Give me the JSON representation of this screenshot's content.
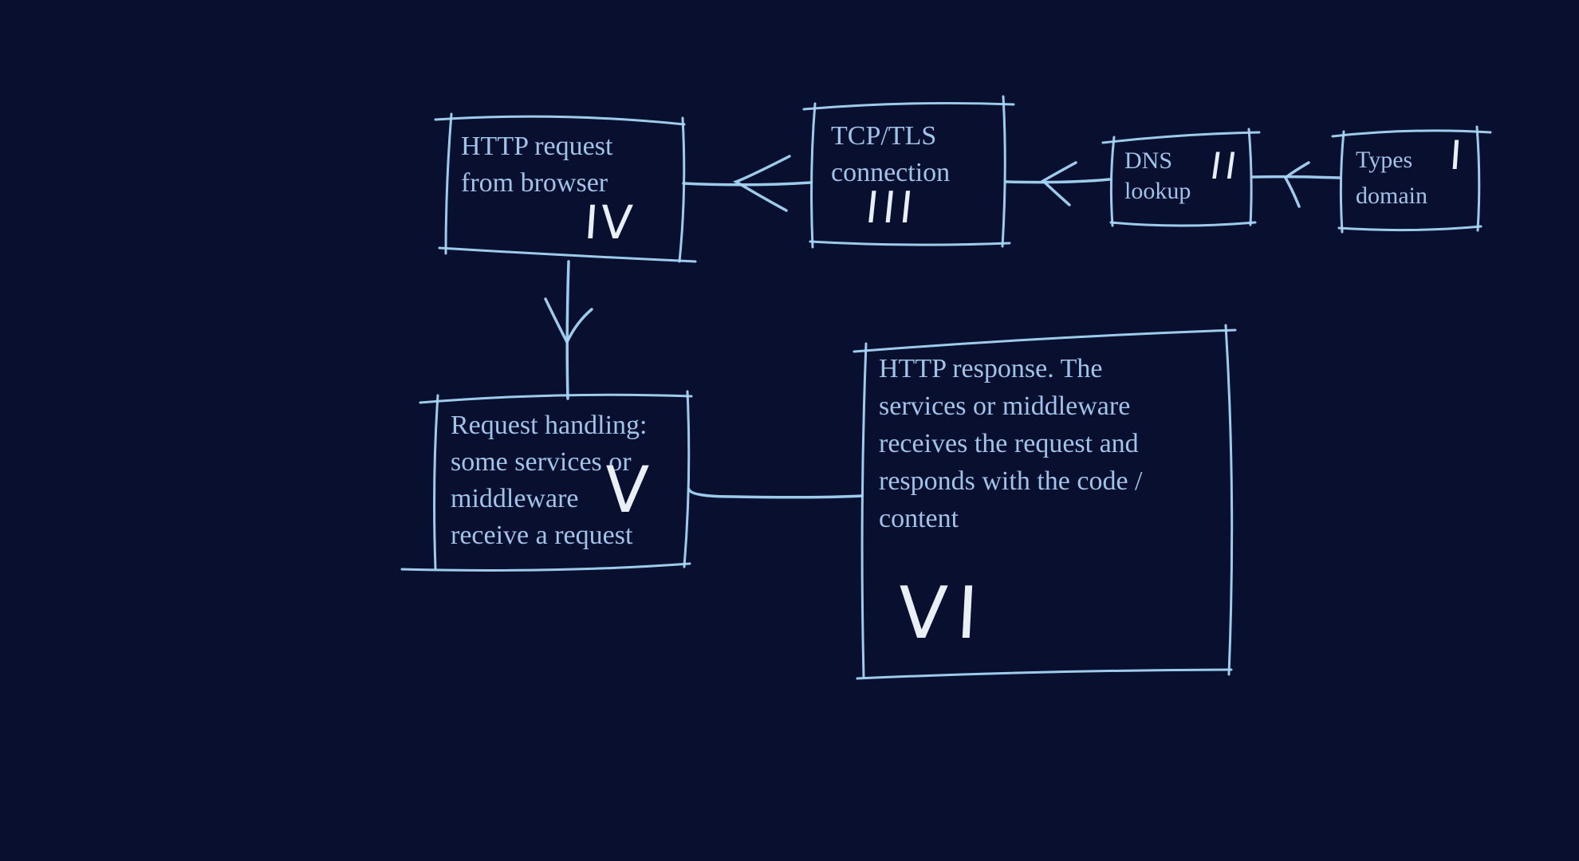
{
  "colors": {
    "background": "#090f2e",
    "stroke": "#a5d6f7",
    "text": "#9fc3e9",
    "marker": "#eaeff6"
  },
  "nodes": {
    "types_domain": {
      "lines": [
        "Types",
        "domain"
      ],
      "step": "I"
    },
    "dns_lookup": {
      "lines": [
        "DNS",
        "lookup"
      ],
      "step": "II"
    },
    "tcp_tls": {
      "lines": [
        "TCP/TLS",
        "connection"
      ],
      "step": "III"
    },
    "http_request": {
      "lines": [
        "HTTP request",
        "from browser"
      ],
      "step": "IV"
    },
    "request_handling": {
      "lines": [
        "Request handling:",
        "some services or",
        "middleware",
        "receive a request"
      ],
      "step": "V"
    },
    "http_response": {
      "lines": [
        "HTTP response. The",
        "services or middleware",
        "receives the request and",
        "responds with the code /",
        "content"
      ],
      "step": "VI"
    }
  },
  "connectors": [
    {
      "from": "types_domain",
      "to": "dns_lookup",
      "style": "arrow-left"
    },
    {
      "from": "dns_lookup",
      "to": "tcp_tls",
      "style": "arrow-left"
    },
    {
      "from": "tcp_tls",
      "to": "http_request",
      "style": "arrow-left"
    },
    {
      "from": "http_request",
      "to": "request_handling",
      "style": "arrow-down"
    },
    {
      "from": "request_handling",
      "to": "http_response",
      "style": "plain-line"
    }
  ]
}
